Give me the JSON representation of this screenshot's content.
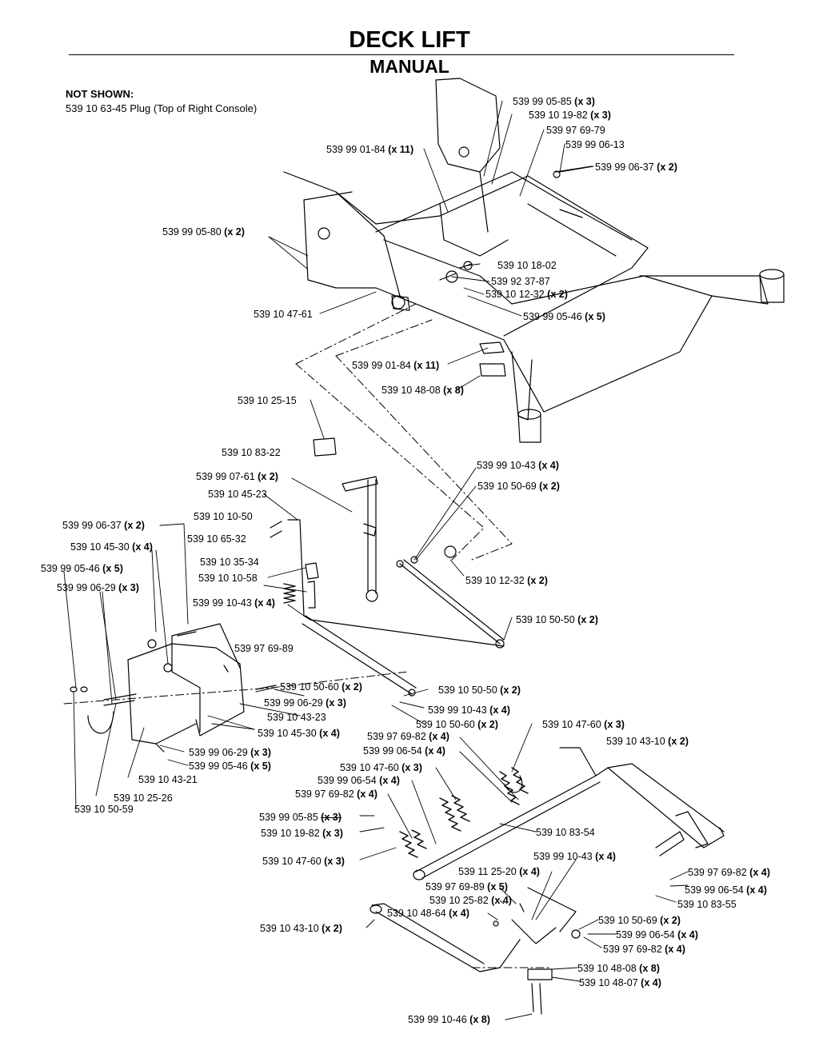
{
  "title": "DECK LIFT",
  "subtitle": "MANUAL",
  "not_shown": {
    "heading": "NOT SHOWN:",
    "item": "539 10 63-45  Plug (Top of Right Console)"
  },
  "labels": [
    {
      "part": "539 99 05-85",
      "qty": "(x 3)"
    },
    {
      "part": "539 10 19-82",
      "qty": "(x 3)"
    },
    {
      "part": "539 97 69-79",
      "qty": ""
    },
    {
      "part": "539 99 06-13",
      "qty": ""
    },
    {
      "part": "539 99 01-84",
      "qty": "(x 11)"
    },
    {
      "part": "539 99 06-37",
      "qty": "(x 2)"
    },
    {
      "part": "539 99 05-80",
      "qty": "(x 2)"
    },
    {
      "part": "539 10 18-02",
      "qty": ""
    },
    {
      "part": "539 92 37-87",
      "qty": ""
    },
    {
      "part": "539 10 12-32",
      "qty": "(x 2)"
    },
    {
      "part": "539 10 47-61",
      "qty": ""
    },
    {
      "part": "539 99 05-46",
      "qty": "(x 5)"
    },
    {
      "part": "539 99 01-84",
      "qty": "(x 11)"
    },
    {
      "part": "539 10 48-08",
      "qty": "(x 8)"
    },
    {
      "part": "539 10 25-15",
      "qty": ""
    },
    {
      "part": "539 10 83-22",
      "qty": ""
    },
    {
      "part": "539 99 10-43",
      "qty": "(x 4)"
    },
    {
      "part": "539 99 07-61",
      "qty": "(x 2)"
    },
    {
      "part": "539 10 50-69",
      "qty": "(x 2)"
    },
    {
      "part": "539 10 45-23",
      "qty": ""
    },
    {
      "part": "539 10 10-50",
      "qty": ""
    },
    {
      "part": "539 99 06-37",
      "qty": "(x 2)"
    },
    {
      "part": "539 10 65-32",
      "qty": ""
    },
    {
      "part": "539 10 45-30",
      "qty": "(x 4)"
    },
    {
      "part": "539 10 35-34",
      "qty": ""
    },
    {
      "part": "539 99 05-46",
      "qty": "(x 5)"
    },
    {
      "part": "539 10 10-58",
      "qty": ""
    },
    {
      "part": "539 10 12-32",
      "qty": "(x 2)"
    },
    {
      "part": "539 99 06-29",
      "qty": "(x 3)"
    },
    {
      "part": "539 99 10-43",
      "qty": "(x 4)"
    },
    {
      "part": "539 10 50-50",
      "qty": "(x 2)"
    },
    {
      "part": "539 97 69-89",
      "qty": ""
    },
    {
      "part": "539 10 50-60",
      "qty": "(x 2)"
    },
    {
      "part": "539 10 50-50",
      "qty": "(x 2)"
    },
    {
      "part": "539 99 06-29",
      "qty": "(x 3)"
    },
    {
      "part": "539 99 10-43",
      "qty": "(x 4)"
    },
    {
      "part": "539 10 43-23",
      "qty": ""
    },
    {
      "part": "539 10 50-60",
      "qty": "(x 2)"
    },
    {
      "part": "539 10 45-30",
      "qty": "(x 4)"
    },
    {
      "part": "539 10 47-60",
      "qty": "(x 3)"
    },
    {
      "part": "539 97 69-82",
      "qty": "(x 4)"
    },
    {
      "part": "539 10 43-10",
      "qty": "(x 2)"
    },
    {
      "part": "539 99 06-29",
      "qty": "(x 3)"
    },
    {
      "part": "539 99 06-54",
      "qty": "(x 4)"
    },
    {
      "part": "539 99 05-46",
      "qty": "(x 5)"
    },
    {
      "part": "539 10 47-60",
      "qty": "(x 3)"
    },
    {
      "part": "539 10 43-21",
      "qty": ""
    },
    {
      "part": "539 99 06-54",
      "qty": "(x 4)"
    },
    {
      "part": "539 97 69-82",
      "qty": "(x 4)"
    },
    {
      "part": "539 10 25-26",
      "qty": ""
    },
    {
      "part": "539 10 50-59",
      "qty": ""
    },
    {
      "part": "539 99 05-85",
      "qty": "(x 3)"
    },
    {
      "part": "539 10 83-54",
      "qty": ""
    },
    {
      "part": "539 10 19-82",
      "qty": "(x 3)"
    },
    {
      "part": "539 99 10-43",
      "qty": "(x 4)"
    },
    {
      "part": "539 10 47-60",
      "qty": "(x 3)"
    },
    {
      "part": "539 11 25-20",
      "qty": "(x 4)"
    },
    {
      "part": "539 97 69-82",
      "qty": "(x 4)"
    },
    {
      "part": "539 97 69-89",
      "qty": "(x 5)"
    },
    {
      "part": "539 99 06-54",
      "qty": "(x 4)"
    },
    {
      "part": "539 10 25-82",
      "qty": "(x 4)"
    },
    {
      "part": "539 10 83-55",
      "qty": ""
    },
    {
      "part": "539 10 48-64",
      "qty": "(x 4)"
    },
    {
      "part": "539 10 50-69",
      "qty": "(x 2)"
    },
    {
      "part": "539 10 43-10",
      "qty": "(x 2)"
    },
    {
      "part": "539 99 06-54",
      "qty": "(x 4)"
    },
    {
      "part": "539 97 69-82",
      "qty": "(x 4)"
    },
    {
      "part": "539 10 48-08",
      "qty": "(x 8)"
    },
    {
      "part": "539 10 48-07",
      "qty": "(x 4)"
    },
    {
      "part": "539 99 10-46",
      "qty": "(x 8)"
    }
  ]
}
